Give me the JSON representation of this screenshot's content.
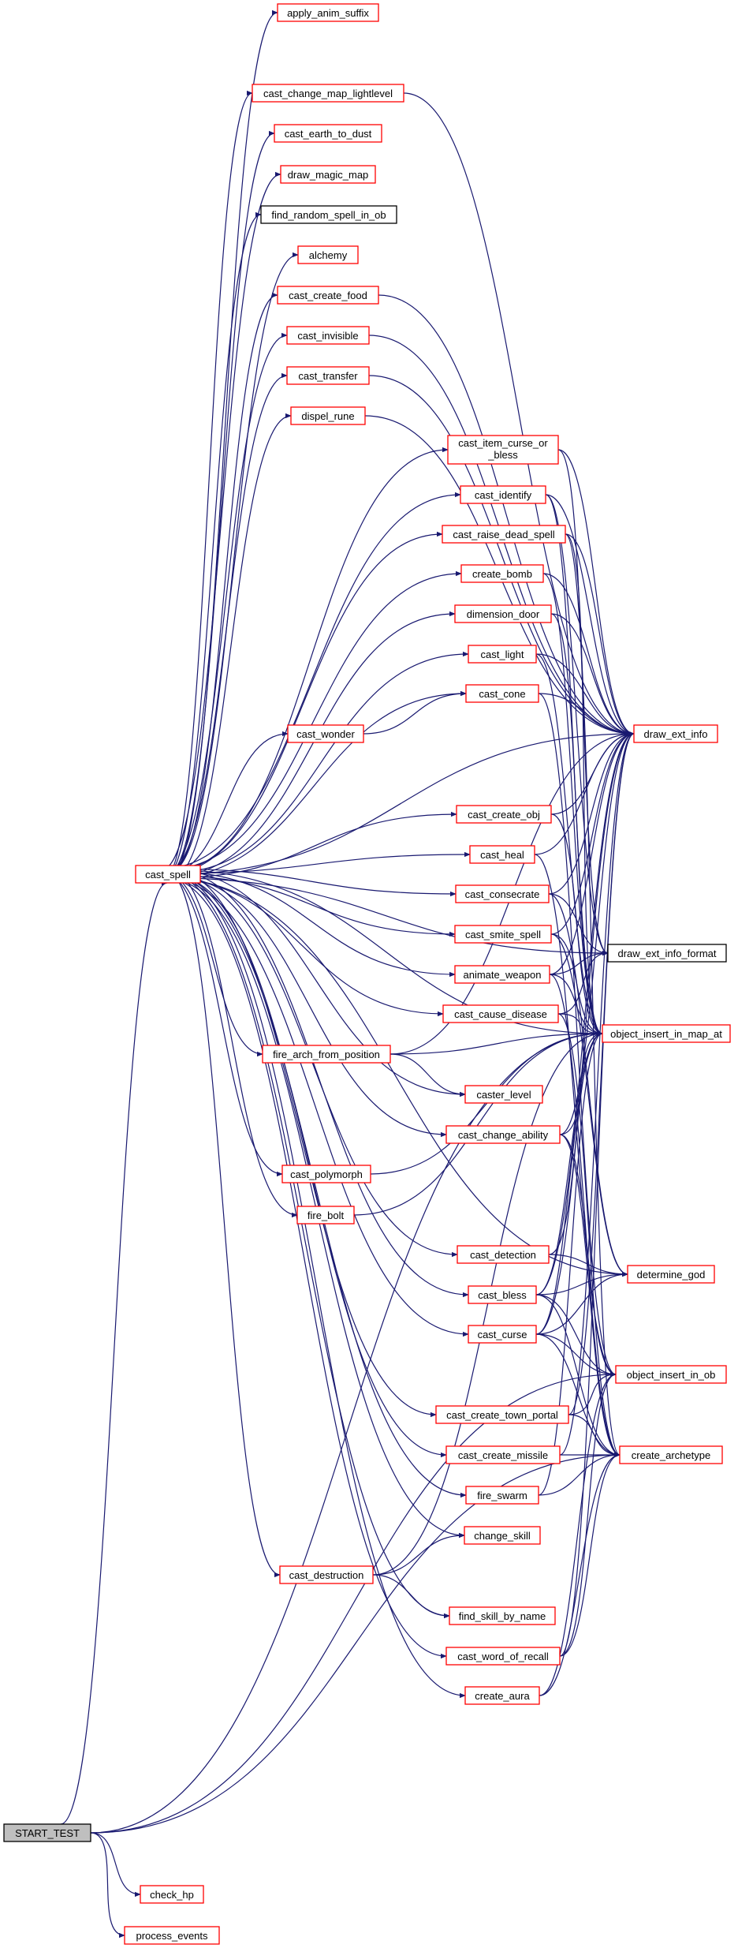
{
  "colors": {
    "edge": "#191970",
    "box_red": "#ff0000",
    "box_black": "#000000",
    "root_fill": "#bfbfbf"
  },
  "nodes": [
    {
      "id": "START_TEST",
      "label": "START_TEST",
      "style": "root"
    },
    {
      "id": "check_hp",
      "label": "check_hp",
      "style": "red"
    },
    {
      "id": "process_events",
      "label": "process_events",
      "style": "red"
    },
    {
      "id": "cast_spell",
      "label": "cast_spell",
      "style": "red"
    },
    {
      "id": "apply_anim_suffix",
      "label": "apply_anim_suffix",
      "style": "red"
    },
    {
      "id": "cast_change_map_lightlevel",
      "label": "cast_change_map_lightlevel",
      "style": "red"
    },
    {
      "id": "cast_earth_to_dust",
      "label": "cast_earth_to_dust",
      "style": "red"
    },
    {
      "id": "draw_magic_map",
      "label": "draw_magic_map",
      "style": "red"
    },
    {
      "id": "find_random_spell_in_ob",
      "label": "find_random_spell_in_ob",
      "style": "black"
    },
    {
      "id": "alchemy",
      "label": "alchemy",
      "style": "red"
    },
    {
      "id": "cast_create_food",
      "label": "cast_create_food",
      "style": "red"
    },
    {
      "id": "cast_invisible",
      "label": "cast_invisible",
      "style": "red"
    },
    {
      "id": "cast_transfer",
      "label": "cast_transfer",
      "style": "red"
    },
    {
      "id": "dispel_rune",
      "label": "dispel_rune",
      "style": "red"
    },
    {
      "id": "cast_item_curse_or_bless",
      "label": "cast_item_curse_or",
      "label2": "_bless",
      "style": "red"
    },
    {
      "id": "cast_identify",
      "label": "cast_identify",
      "style": "red"
    },
    {
      "id": "cast_raise_dead_spell",
      "label": "cast_raise_dead_spell",
      "style": "red"
    },
    {
      "id": "create_bomb",
      "label": "create_bomb",
      "style": "red"
    },
    {
      "id": "dimension_door",
      "label": "dimension_door",
      "style": "red"
    },
    {
      "id": "cast_light",
      "label": "cast_light",
      "style": "red"
    },
    {
      "id": "cast_cone",
      "label": "cast_cone",
      "style": "red"
    },
    {
      "id": "cast_wonder",
      "label": "cast_wonder",
      "style": "red"
    },
    {
      "id": "draw_ext_info",
      "label": "draw_ext_info",
      "style": "red"
    },
    {
      "id": "cast_create_obj",
      "label": "cast_create_obj",
      "style": "red"
    },
    {
      "id": "cast_heal",
      "label": "cast_heal",
      "style": "red"
    },
    {
      "id": "cast_consecrate",
      "label": "cast_consecrate",
      "style": "red"
    },
    {
      "id": "cast_smite_spell",
      "label": "cast_smite_spell",
      "style": "red"
    },
    {
      "id": "draw_ext_info_format",
      "label": "draw_ext_info_format",
      "style": "black"
    },
    {
      "id": "animate_weapon",
      "label": "animate_weapon",
      "style": "red"
    },
    {
      "id": "cast_cause_disease",
      "label": "cast_cause_disease",
      "style": "red"
    },
    {
      "id": "object_insert_in_map_at",
      "label": "object_insert_in_map_at",
      "style": "red"
    },
    {
      "id": "fire_arch_from_position",
      "label": "fire_arch_from_position",
      "style": "red"
    },
    {
      "id": "caster_level",
      "label": "caster_level",
      "style": "red"
    },
    {
      "id": "cast_change_ability",
      "label": "cast_change_ability",
      "style": "red"
    },
    {
      "id": "cast_polymorph",
      "label": "cast_polymorph",
      "style": "red"
    },
    {
      "id": "fire_bolt",
      "label": "fire_bolt",
      "style": "red"
    },
    {
      "id": "cast_detection",
      "label": "cast_detection",
      "style": "red"
    },
    {
      "id": "determine_god",
      "label": "determine_god",
      "style": "red"
    },
    {
      "id": "cast_bless",
      "label": "cast_bless",
      "style": "red"
    },
    {
      "id": "cast_curse",
      "label": "cast_curse",
      "style": "red"
    },
    {
      "id": "object_insert_in_ob",
      "label": "object_insert_in_ob",
      "style": "red"
    },
    {
      "id": "cast_create_town_portal",
      "label": "cast_create_town_portal",
      "style": "red"
    },
    {
      "id": "cast_create_missile",
      "label": "cast_create_missile",
      "style": "red"
    },
    {
      "id": "create_archetype",
      "label": "create_archetype",
      "style": "red"
    },
    {
      "id": "fire_swarm",
      "label": "fire_swarm",
      "style": "red"
    },
    {
      "id": "change_skill",
      "label": "change_skill",
      "style": "red"
    },
    {
      "id": "cast_destruction",
      "label": "cast_destruction",
      "style": "red"
    },
    {
      "id": "find_skill_by_name",
      "label": "find_skill_by_name",
      "style": "red"
    },
    {
      "id": "cast_word_of_recall",
      "label": "cast_word_of_recall",
      "style": "red"
    },
    {
      "id": "create_aura",
      "label": "create_aura",
      "style": "red"
    }
  ],
  "edges": [
    [
      "START_TEST",
      "cast_spell"
    ],
    [
      "START_TEST",
      "check_hp"
    ],
    [
      "START_TEST",
      "process_events"
    ],
    [
      "START_TEST",
      "object_insert_in_ob"
    ],
    [
      "START_TEST",
      "create_archetype"
    ],
    [
      "START_TEST",
      "object_insert_in_map_at"
    ],
    [
      "cast_spell",
      "apply_anim_suffix"
    ],
    [
      "cast_spell",
      "cast_change_map_lightlevel"
    ],
    [
      "cast_spell",
      "cast_earth_to_dust"
    ],
    [
      "cast_spell",
      "draw_magic_map"
    ],
    [
      "cast_spell",
      "find_random_spell_in_ob"
    ],
    [
      "cast_spell",
      "alchemy"
    ],
    [
      "cast_spell",
      "cast_create_food"
    ],
    [
      "cast_spell",
      "cast_invisible"
    ],
    [
      "cast_spell",
      "cast_transfer"
    ],
    [
      "cast_spell",
      "dispel_rune"
    ],
    [
      "cast_spell",
      "cast_item_curse_or_bless"
    ],
    [
      "cast_spell",
      "cast_identify"
    ],
    [
      "cast_spell",
      "cast_raise_dead_spell"
    ],
    [
      "cast_spell",
      "create_bomb"
    ],
    [
      "cast_spell",
      "dimension_door"
    ],
    [
      "cast_spell",
      "cast_light"
    ],
    [
      "cast_spell",
      "cast_cone"
    ],
    [
      "cast_spell",
      "cast_wonder"
    ],
    [
      "cast_spell",
      "draw_ext_info"
    ],
    [
      "cast_spell",
      "cast_create_obj"
    ],
    [
      "cast_spell",
      "cast_heal"
    ],
    [
      "cast_spell",
      "cast_consecrate"
    ],
    [
      "cast_spell",
      "cast_smite_spell"
    ],
    [
      "cast_spell",
      "draw_ext_info_format"
    ],
    [
      "cast_spell",
      "animate_weapon"
    ],
    [
      "cast_spell",
      "cast_cause_disease"
    ],
    [
      "cast_spell",
      "fire_arch_from_position"
    ],
    [
      "cast_spell",
      "caster_level"
    ],
    [
      "cast_spell",
      "cast_change_ability"
    ],
    [
      "cast_spell",
      "cast_polymorph"
    ],
    [
      "cast_spell",
      "fire_bolt"
    ],
    [
      "cast_spell",
      "cast_detection"
    ],
    [
      "cast_spell",
      "cast_bless"
    ],
    [
      "cast_spell",
      "cast_curse"
    ],
    [
      "cast_spell",
      "determine_god"
    ],
    [
      "cast_spell",
      "cast_create_town_portal"
    ],
    [
      "cast_spell",
      "cast_create_missile"
    ],
    [
      "cast_spell",
      "fire_swarm"
    ],
    [
      "cast_spell",
      "change_skill"
    ],
    [
      "cast_spell",
      "cast_destruction"
    ],
    [
      "cast_spell",
      "find_skill_by_name"
    ],
    [
      "cast_spell",
      "cast_word_of_recall"
    ],
    [
      "cast_spell",
      "create_aura"
    ],
    [
      "cast_spell",
      "object_insert_in_map_at"
    ],
    [
      "cast_change_map_lightlevel",
      "draw_ext_info"
    ],
    [
      "cast_create_food",
      "draw_ext_info"
    ],
    [
      "cast_invisible",
      "draw_ext_info"
    ],
    [
      "cast_transfer",
      "draw_ext_info"
    ],
    [
      "dispel_rune",
      "draw_ext_info"
    ],
    [
      "cast_item_curse_or_bless",
      "draw_ext_info"
    ],
    [
      "cast_item_curse_or_bless",
      "draw_ext_info_format"
    ],
    [
      "cast_identify",
      "draw_ext_info"
    ],
    [
      "cast_identify",
      "draw_ext_info_format"
    ],
    [
      "cast_identify",
      "object_insert_in_map_at"
    ],
    [
      "cast_raise_dead_spell",
      "draw_ext_info"
    ],
    [
      "cast_raise_dead_spell",
      "object_insert_in_map_at"
    ],
    [
      "cast_raise_dead_spell",
      "create_archetype"
    ],
    [
      "create_bomb",
      "draw_ext_info"
    ],
    [
      "create_bomb",
      "object_insert_in_map_at"
    ],
    [
      "dimension_door",
      "draw_ext_info"
    ],
    [
      "dimension_door",
      "object_insert_in_map_at"
    ],
    [
      "cast_light",
      "draw_ext_info"
    ],
    [
      "cast_light",
      "object_insert_in_map_at"
    ],
    [
      "cast_cone",
      "draw_ext_info"
    ],
    [
      "cast_cone",
      "object_insert_in_ob"
    ],
    [
      "cast_wonder",
      "cast_cone"
    ],
    [
      "cast_create_obj",
      "draw_ext_info"
    ],
    [
      "cast_create_obj",
      "object_insert_in_map_at"
    ],
    [
      "cast_heal",
      "draw_ext_info"
    ],
    [
      "cast_heal",
      "object_insert_in_ob"
    ],
    [
      "cast_consecrate",
      "draw_ext_info"
    ],
    [
      "cast_consecrate",
      "draw_ext_info_format"
    ],
    [
      "cast_consecrate",
      "determine_god"
    ],
    [
      "cast_smite_spell",
      "draw_ext_info"
    ],
    [
      "cast_smite_spell",
      "object_insert_in_map_at"
    ],
    [
      "cast_smite_spell",
      "determine_god"
    ],
    [
      "animate_weapon",
      "draw_ext_info"
    ],
    [
      "animate_weapon",
      "draw_ext_info_format"
    ],
    [
      "animate_weapon",
      "object_insert_in_map_at"
    ],
    [
      "animate_weapon",
      "create_archetype"
    ],
    [
      "cast_cause_disease",
      "draw_ext_info_format"
    ],
    [
      "cast_cause_disease",
      "object_insert_in_map_at"
    ],
    [
      "cast_cause_disease",
      "create_archetype"
    ],
    [
      "fire_arch_from_position",
      "draw_ext_info"
    ],
    [
      "fire_arch_from_position",
      "object_insert_in_map_at"
    ],
    [
      "fire_arch_from_position",
      "caster_level"
    ],
    [
      "cast_change_ability",
      "draw_ext_info"
    ],
    [
      "cast_change_ability",
      "object_insert_in_map_at"
    ],
    [
      "cast_change_ability",
      "object_insert_in_ob"
    ],
    [
      "cast_change_ability",
      "create_archetype"
    ],
    [
      "cast_polymorph",
      "object_insert_in_map_at"
    ],
    [
      "fire_bolt",
      "object_insert_in_map_at"
    ],
    [
      "cast_detection",
      "object_insert_in_map_at"
    ],
    [
      "cast_detection",
      "determine_god"
    ],
    [
      "cast_bless",
      "draw_ext_info"
    ],
    [
      "cast_bless",
      "determine_god"
    ],
    [
      "cast_bless",
      "object_insert_in_ob"
    ],
    [
      "cast_bless",
      "create_archetype"
    ],
    [
      "cast_bless",
      "object_insert_in_map_at"
    ],
    [
      "cast_curse",
      "draw_ext_info"
    ],
    [
      "cast_curse",
      "determine_god"
    ],
    [
      "cast_curse",
      "object_insert_in_ob"
    ],
    [
      "cast_curse",
      "create_archetype"
    ],
    [
      "cast_curse",
      "object_insert_in_map_at"
    ],
    [
      "cast_create_town_portal",
      "draw_ext_info"
    ],
    [
      "cast_create_town_portal",
      "object_insert_in_ob"
    ],
    [
      "cast_create_town_portal",
      "create_archetype"
    ],
    [
      "cast_create_missile",
      "draw_ext_info"
    ],
    [
      "cast_create_missile",
      "create_archetype"
    ],
    [
      "fire_swarm",
      "create_archetype"
    ],
    [
      "fire_swarm",
      "object_insert_in_map_at"
    ],
    [
      "cast_destruction",
      "change_skill"
    ],
    [
      "cast_destruction",
      "find_skill_by_name"
    ],
    [
      "cast_destruction",
      "object_insert_in_map_at"
    ],
    [
      "cast_word_of_recall",
      "draw_ext_info"
    ],
    [
      "cast_word_of_recall",
      "object_insert_in_ob"
    ],
    [
      "cast_word_of_recall",
      "create_archetype"
    ],
    [
      "create_aura",
      "object_insert_in_ob"
    ],
    [
      "create_aura",
      "create_archetype"
    ]
  ]
}
